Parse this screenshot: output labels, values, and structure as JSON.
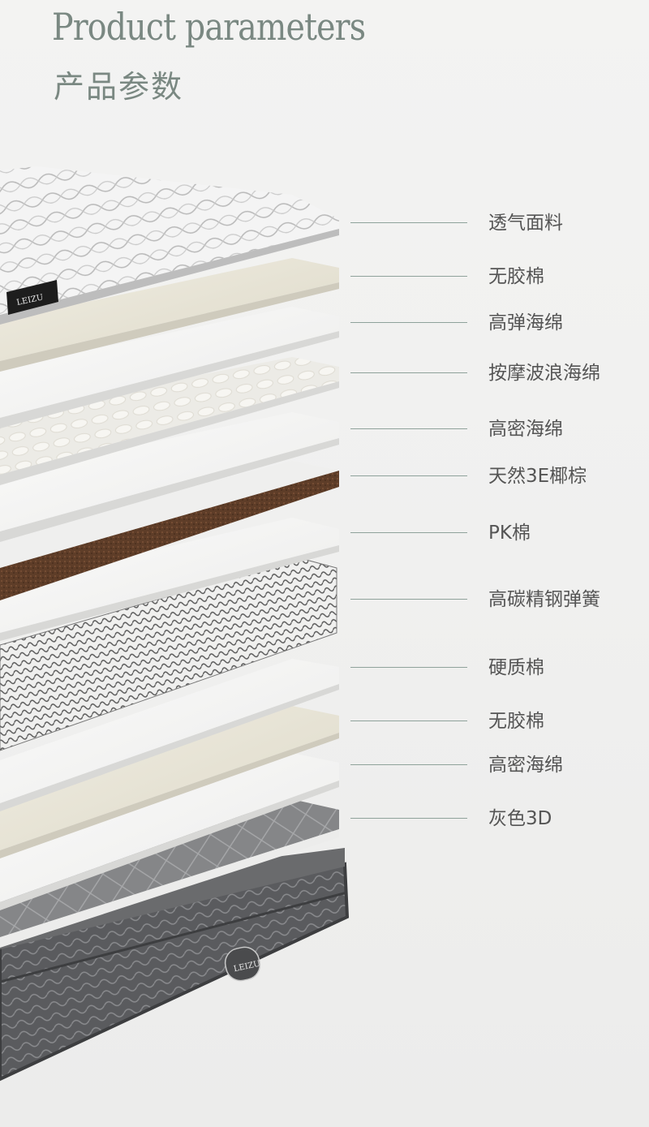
{
  "header": {
    "title_en": "Product parameters",
    "title_cn": "产品参数"
  },
  "brand": {
    "top_label_logo": "LEIZU",
    "base_logo": "LEIZU"
  },
  "layers": [
    {
      "label": "透气面料"
    },
    {
      "label": "无胶棉"
    },
    {
      "label": "高弹海绵"
    },
    {
      "label": "按摩波浪海绵"
    },
    {
      "label": "高密海绵"
    },
    {
      "label": "天然3E椰棕"
    },
    {
      "label": "PK棉"
    },
    {
      "label": "高碳精钢弹簧"
    },
    {
      "label": "硬质棉"
    },
    {
      "label": "无胶棉"
    },
    {
      "label": "高密海绵"
    },
    {
      "label": "灰色3D"
    }
  ],
  "colors": {
    "title": "#7a8882",
    "leader": "#8fa29b",
    "label": "#555555",
    "coir": "#5a3a26",
    "latex": "#e6e2d2",
    "foam": "#f7f7f6",
    "grey3d": "#7b7c7e",
    "base": "#56575a"
  }
}
